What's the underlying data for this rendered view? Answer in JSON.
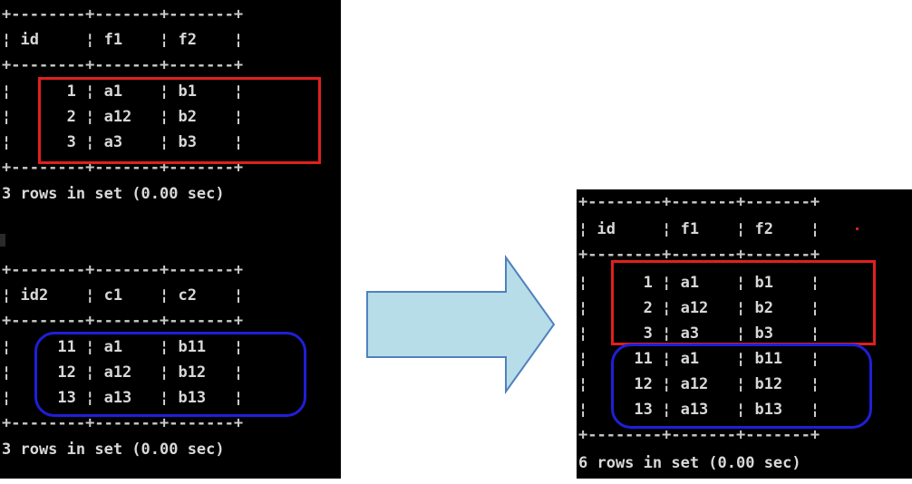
{
  "left_console": {
    "table1": {
      "border": "+--------+-------+-------+",
      "header": "¦ id     ¦ f1    ¦ f2    ¦",
      "rows": [
        "¦      1 ¦ a1    ¦ b1    ¦",
        "¦      2 ¦ a12   ¦ b2    ¦",
        "¦      3 ¦ a3    ¦ b3    ¦"
      ],
      "status": "3 rows in set (0.00 sec)"
    },
    "table2": {
      "border": "+--------+-------+-------+",
      "header": "¦ id2    ¦ c1    ¦ c2    ¦",
      "rows": [
        "¦     11 ¦ a1    ¦ b11   ¦",
        "¦     12 ¦ a12   ¦ b12   ¦",
        "¦     13 ¦ a13   ¦ b13   ¦"
      ],
      "status": "3 rows in set (0.00 sec)"
    }
  },
  "right_console": {
    "border": "+--------+-------+-------+",
    "header": "¦ id     ¦ f1    ¦ f2    ¦",
    "rows": [
      "¦      1 ¦ a1    ¦ b1    ¦",
      "¦      2 ¦ a12   ¦ b2    ¦",
      "¦      3 ¦ a3    ¦ b3    ¦",
      "¦     11 ¦ a1    ¦ b11   ¦",
      "¦     12 ¦ a12   ¦ b12   ¦",
      "¦     13 ¦ a13   ¦ b13   ¦"
    ],
    "status": "6 rows in set (0.00 sec)"
  },
  "colors": {
    "console_bg": "#000000",
    "console_text": "#d8d8d8",
    "highlight_red": "#e0201e",
    "highlight_blue": "#1f1fd8",
    "arrow_fill": "#b7dde8",
    "arrow_stroke": "#4f81bd"
  },
  "icons": {
    "arrow": "right-arrow-icon"
  }
}
